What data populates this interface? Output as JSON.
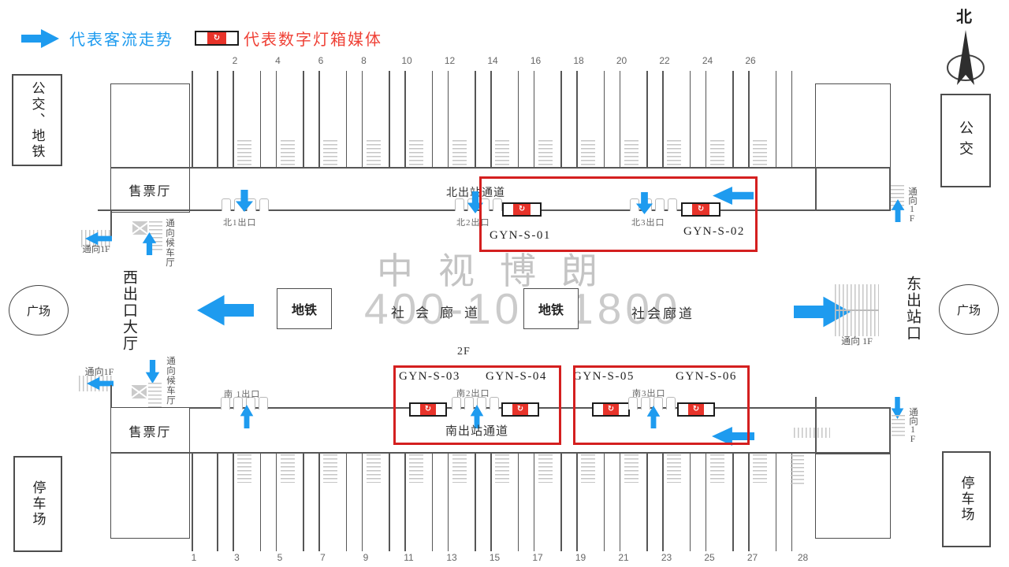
{
  "legend": {
    "flow_label": "代表客流走势",
    "media_label": "代表数字灯箱媒体"
  },
  "compass": {
    "north": "北"
  },
  "zones": {
    "bus_metro": "公交、地铁",
    "bus": "公交",
    "plaza": "广场",
    "parking": "停车场",
    "west_hall": "西出口大厅",
    "east_exit": "东出站口"
  },
  "north_area": {
    "platform_numbers": [
      "2",
      "4",
      "6",
      "8",
      "10",
      "12",
      "14",
      "16",
      "18",
      "20",
      "22",
      "24",
      "26"
    ],
    "ticket_hall": "售票厅",
    "corridor": "北出站通道",
    "exits": [
      "北1出口",
      "北2出口",
      "北3出口"
    ],
    "media_ids": [
      "GYN-S-01",
      "GYN-S-02"
    ]
  },
  "concourse": {
    "metro": "地铁",
    "corridor_left": "社会廊道",
    "corridor_right": "社会廊道",
    "floor": "2F",
    "watermark_name": "中视博朗",
    "watermark_phone": "400-100-1800"
  },
  "south_area": {
    "ticket_hall": "售票厅",
    "corridor": "南出站通道",
    "exits": [
      "南 1出口",
      "南2出口",
      "南3出口"
    ],
    "media_ids": [
      "GYN-S-03",
      "GYN-S-04",
      "GYN-S-05",
      "GYN-S-06"
    ],
    "platform_numbers": [
      "1",
      "3",
      "5",
      "7",
      "9",
      "11",
      "13",
      "15",
      "17",
      "19",
      "21",
      "23",
      "25",
      "27",
      "28"
    ]
  },
  "wayfinding": {
    "to_1f": "通向1F",
    "to_1f_spaced": "通向  1F",
    "to_waiting_hall": "通向候车厅"
  },
  "icons": {
    "media_glyph": "↻"
  },
  "colors": {
    "flow_blue": "#1E9BEF",
    "media_red": "#E8332A",
    "highlight_red": "#D41F1F"
  }
}
